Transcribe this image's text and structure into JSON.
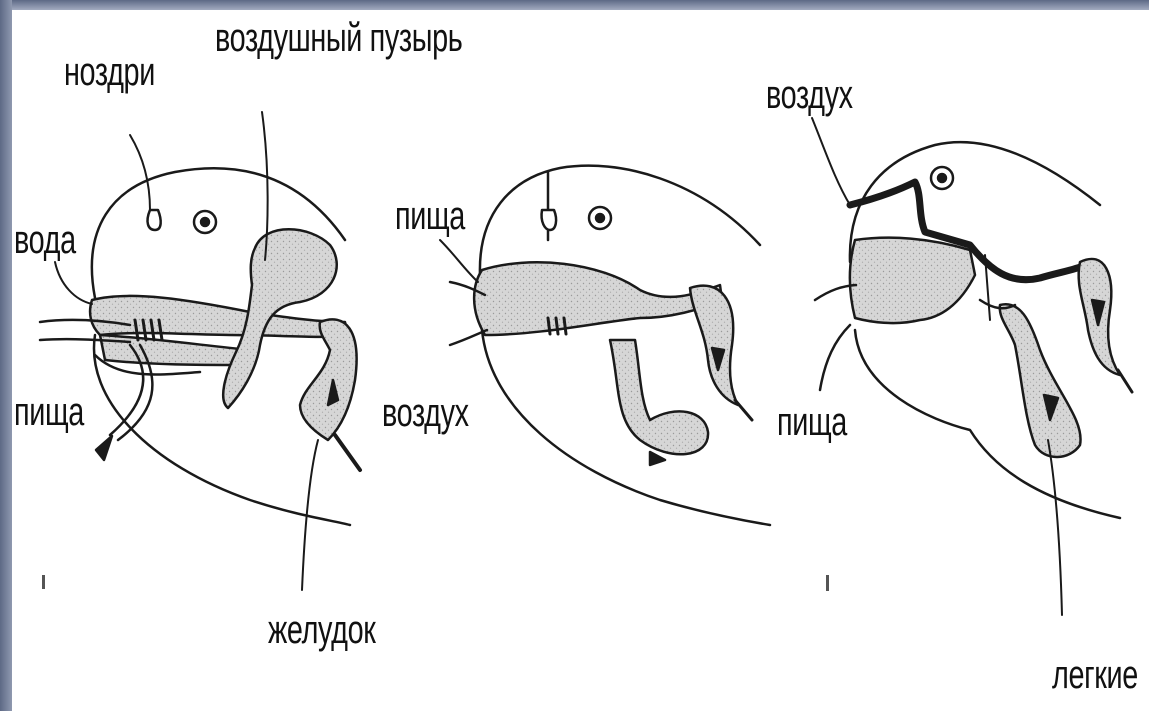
{
  "labels": {
    "nostrils": "ноздри",
    "air_bladder": "воздушный пузырь",
    "water": "вода",
    "food_1": "пища",
    "food_2": "пища",
    "food_3": "пища",
    "stomach": "желудок",
    "air_2": "воздух",
    "air_3": "воздух",
    "lungs": "легкие"
  },
  "colors": {
    "frame": "#5d6985",
    "stroke": "#1a1a1a",
    "organ_fill": "#d4d4d4",
    "background": "#ffffff"
  }
}
